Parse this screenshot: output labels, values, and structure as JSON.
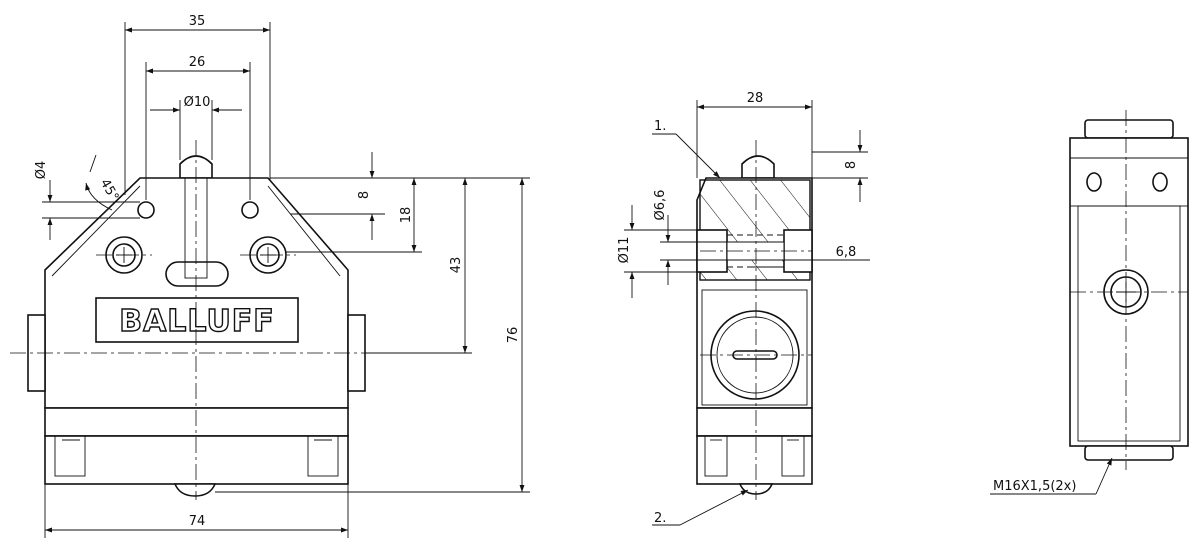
{
  "front_view": {
    "dim_35": "35",
    "dim_26": "26",
    "dim_dia10": "Ø10",
    "dim_dia4": "Ø4",
    "dim_45": "45°",
    "dim_8": "8",
    "dim_18": "18",
    "dim_43": "43",
    "dim_76": "76",
    "dim_74": "74",
    "brand_logo": "BALLUFF"
  },
  "side_view": {
    "dim_28": "28",
    "dim_8": "8",
    "dim_dia66": "Ø6,6",
    "dim_dia11": "Ø11",
    "dim_68": "6,8",
    "callout_1": "1.",
    "callout_2": "2."
  },
  "rear_view": {
    "thread_callout": "M16X1,5(2x)"
  }
}
